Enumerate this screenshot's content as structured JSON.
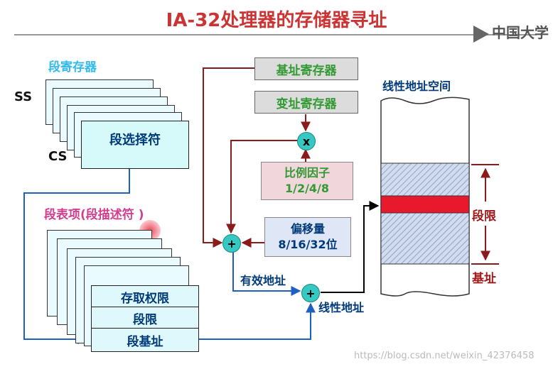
{
  "title": "IA-32处理器的存储器寻址",
  "logo": "中国大学",
  "segment_registers": {
    "heading": "段寄存器",
    "ss": "SS",
    "cs": "CS",
    "selector": "段选择符"
  },
  "descriptor": {
    "heading": "段表项(段描述符 )",
    "rows": [
      "存取权限",
      "段限",
      "段基址"
    ]
  },
  "base_register": "基址寄存器",
  "index_register": "变址寄存器",
  "multiply_op": "x",
  "scale": {
    "line1": "比例因子",
    "line2": "1/2/4/8"
  },
  "displacement": {
    "line1": "偏移量",
    "line2": "8/16/32位"
  },
  "add_op": "+",
  "effective_address": "有效地址",
  "linear_address": "线性地址",
  "linear_space": "线性地址空间",
  "segment_limit": "段限",
  "base_address": "基址",
  "watermark": "https://blog.csdn.net/weixin_42376458",
  "colors": {
    "title": "#cc3333",
    "arrow_brown": "#8b1a1a",
    "arrow_blue": "#1f5fc4",
    "segment_fill": "#e8192c"
  }
}
